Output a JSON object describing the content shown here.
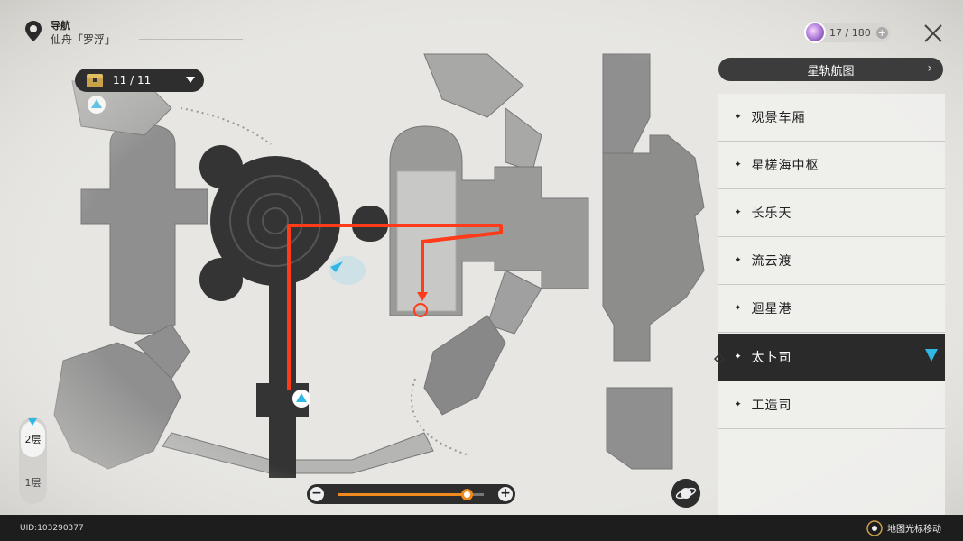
{
  "header": {
    "label": "导航",
    "location": "仙舟「罗浮」"
  },
  "chest": {
    "count": "11 / 11"
  },
  "power": {
    "value": "17 / 180"
  },
  "starmap_button": "星轨航图",
  "zones": [
    {
      "name": "观景车厢",
      "active": false
    },
    {
      "name": "星槎海中枢",
      "active": false
    },
    {
      "name": "长乐天",
      "active": false
    },
    {
      "name": "流云渡",
      "active": false
    },
    {
      "name": "迴星港",
      "active": false
    },
    {
      "name": "太卜司",
      "active": true
    },
    {
      "name": "工造司",
      "active": false
    }
  ],
  "floors": {
    "upper": "2层",
    "lower": "1层",
    "selected": "2层"
  },
  "zoom": {
    "level": 0.88
  },
  "footer": {
    "uid": "UID:103290377",
    "hint": "地图光标移动"
  },
  "colors": {
    "route": "#ff3b1a",
    "accent": "#2fb7e6",
    "zoom": "#f08a1c"
  }
}
